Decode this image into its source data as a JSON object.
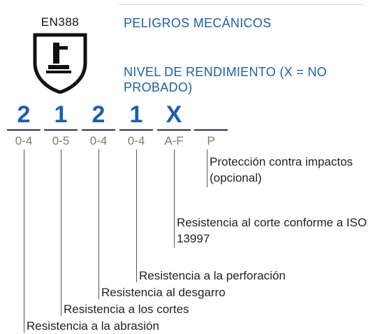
{
  "header": {
    "standard": "EN388",
    "hazard_title": "PELIGROS MECÁNICOS",
    "level_title": "NIVEL DE RENDIMIENTO (X = NO PROBADO)"
  },
  "icon": {
    "name": "hammer-on-anvil-shield-icon",
    "color": "#111111"
  },
  "colors": {
    "accent": "#1f5ea8",
    "text": "#222222",
    "muted": "#7a7a7a"
  },
  "levels": [
    {
      "value": "2",
      "range": "0-4",
      "description": "Resistencia a la abrasión"
    },
    {
      "value": "1",
      "range": "0-5",
      "description": "Resistencia a los cortes"
    },
    {
      "value": "2",
      "range": "0-4",
      "description": "Resistencia al desgarro"
    },
    {
      "value": "1",
      "range": "0-4",
      "description": "Resistencia a la perforación"
    },
    {
      "value": "X",
      "range": "A-F",
      "description": "Resistencia al corte conforme a ISO 13997"
    },
    {
      "value": "",
      "range": "P",
      "description": "Protección contra impactos (opcional)"
    }
  ]
}
